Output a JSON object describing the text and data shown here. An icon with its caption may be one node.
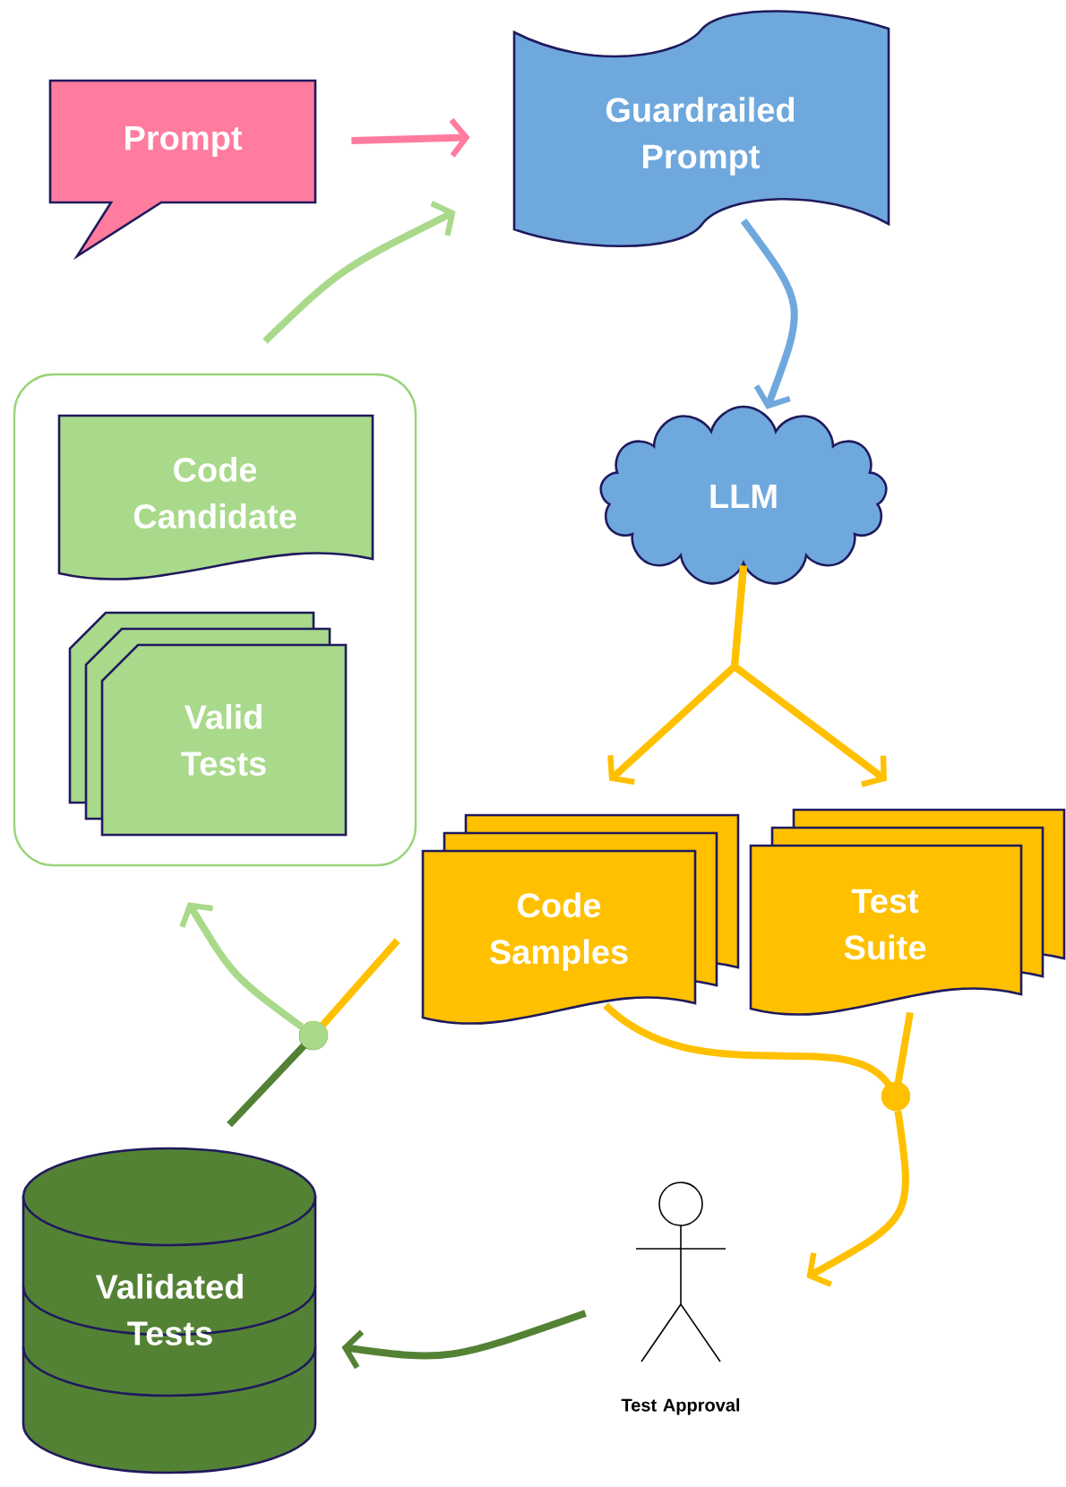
{
  "diagram": {
    "nodes": [
      {
        "text": [
          "Prompt"
        ]
      },
      {
        "text": [
          "Guardrailed Prompt"
        ]
      },
      {
        "text": [
          "LLM"
        ]
      },
      {
        "text": [
          "Code Samples"
        ]
      },
      {
        "text": [
          "Test Suite"
        ]
      },
      {
        "text": [],
        "shape": "box"
      },
      {
        "text": [
          "Code Candidate"
        ],
        "in": 5
      },
      {
        "text": [
          "Valid Tests"
        ],
        "in": 5
      },
      {
        "text": [
          "Validated Tests"
        ]
      },
      {
        "text": [
          "Test Approval"
        ]
      },
      {
        "text": [],
        "shape": "circle"
      },
      {
        "text": [],
        "shape": "circle"
      }
    ],
    "edges": [
      {
        "from": 0,
        "to": 1,
        "arrow": "to",
        "color": "#ff7c9f"
      },
      {
        "from": 5,
        "to": 1,
        "arrow": "to",
        "color": "#a9d98a"
      },
      {
        "from": 1,
        "to": 2,
        "arrow": "to",
        "color": "#6fa8dc"
      },
      {
        "from": 2,
        "to": 3,
        "arrow": "to"
      },
      {
        "from": 2,
        "to": 4,
        "arrow": "to"
      },
      {
        "from": 3,
        "to": 10,
        "arrow": "other"
      },
      {
        "from": 8,
        "to": 10,
        "arrow": "other",
        "color": "#548235"
      },
      {
        "from": 10,
        "to": 5,
        "arrow": "to",
        "color": "#a9d98a"
      },
      {
        "from": 3,
        "to": 11,
        "arrow": "other"
      },
      {
        "from": 4,
        "to": 11,
        "arrow": "other"
      },
      {
        "from": 11,
        "to": 9,
        "arrow": "to"
      },
      {
        "from": 9,
        "to": 8,
        "arrow": "to",
        "color": "#548235"
      }
    ]
  }
}
